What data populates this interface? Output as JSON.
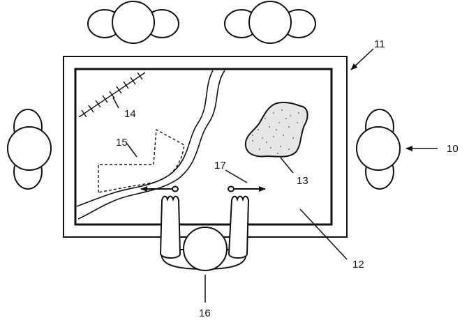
{
  "labels": {
    "table": "11",
    "person_right": "10",
    "display": "12",
    "lake": "13",
    "railroad": "14",
    "boundary": "15",
    "user": "16",
    "gesture": "17"
  }
}
